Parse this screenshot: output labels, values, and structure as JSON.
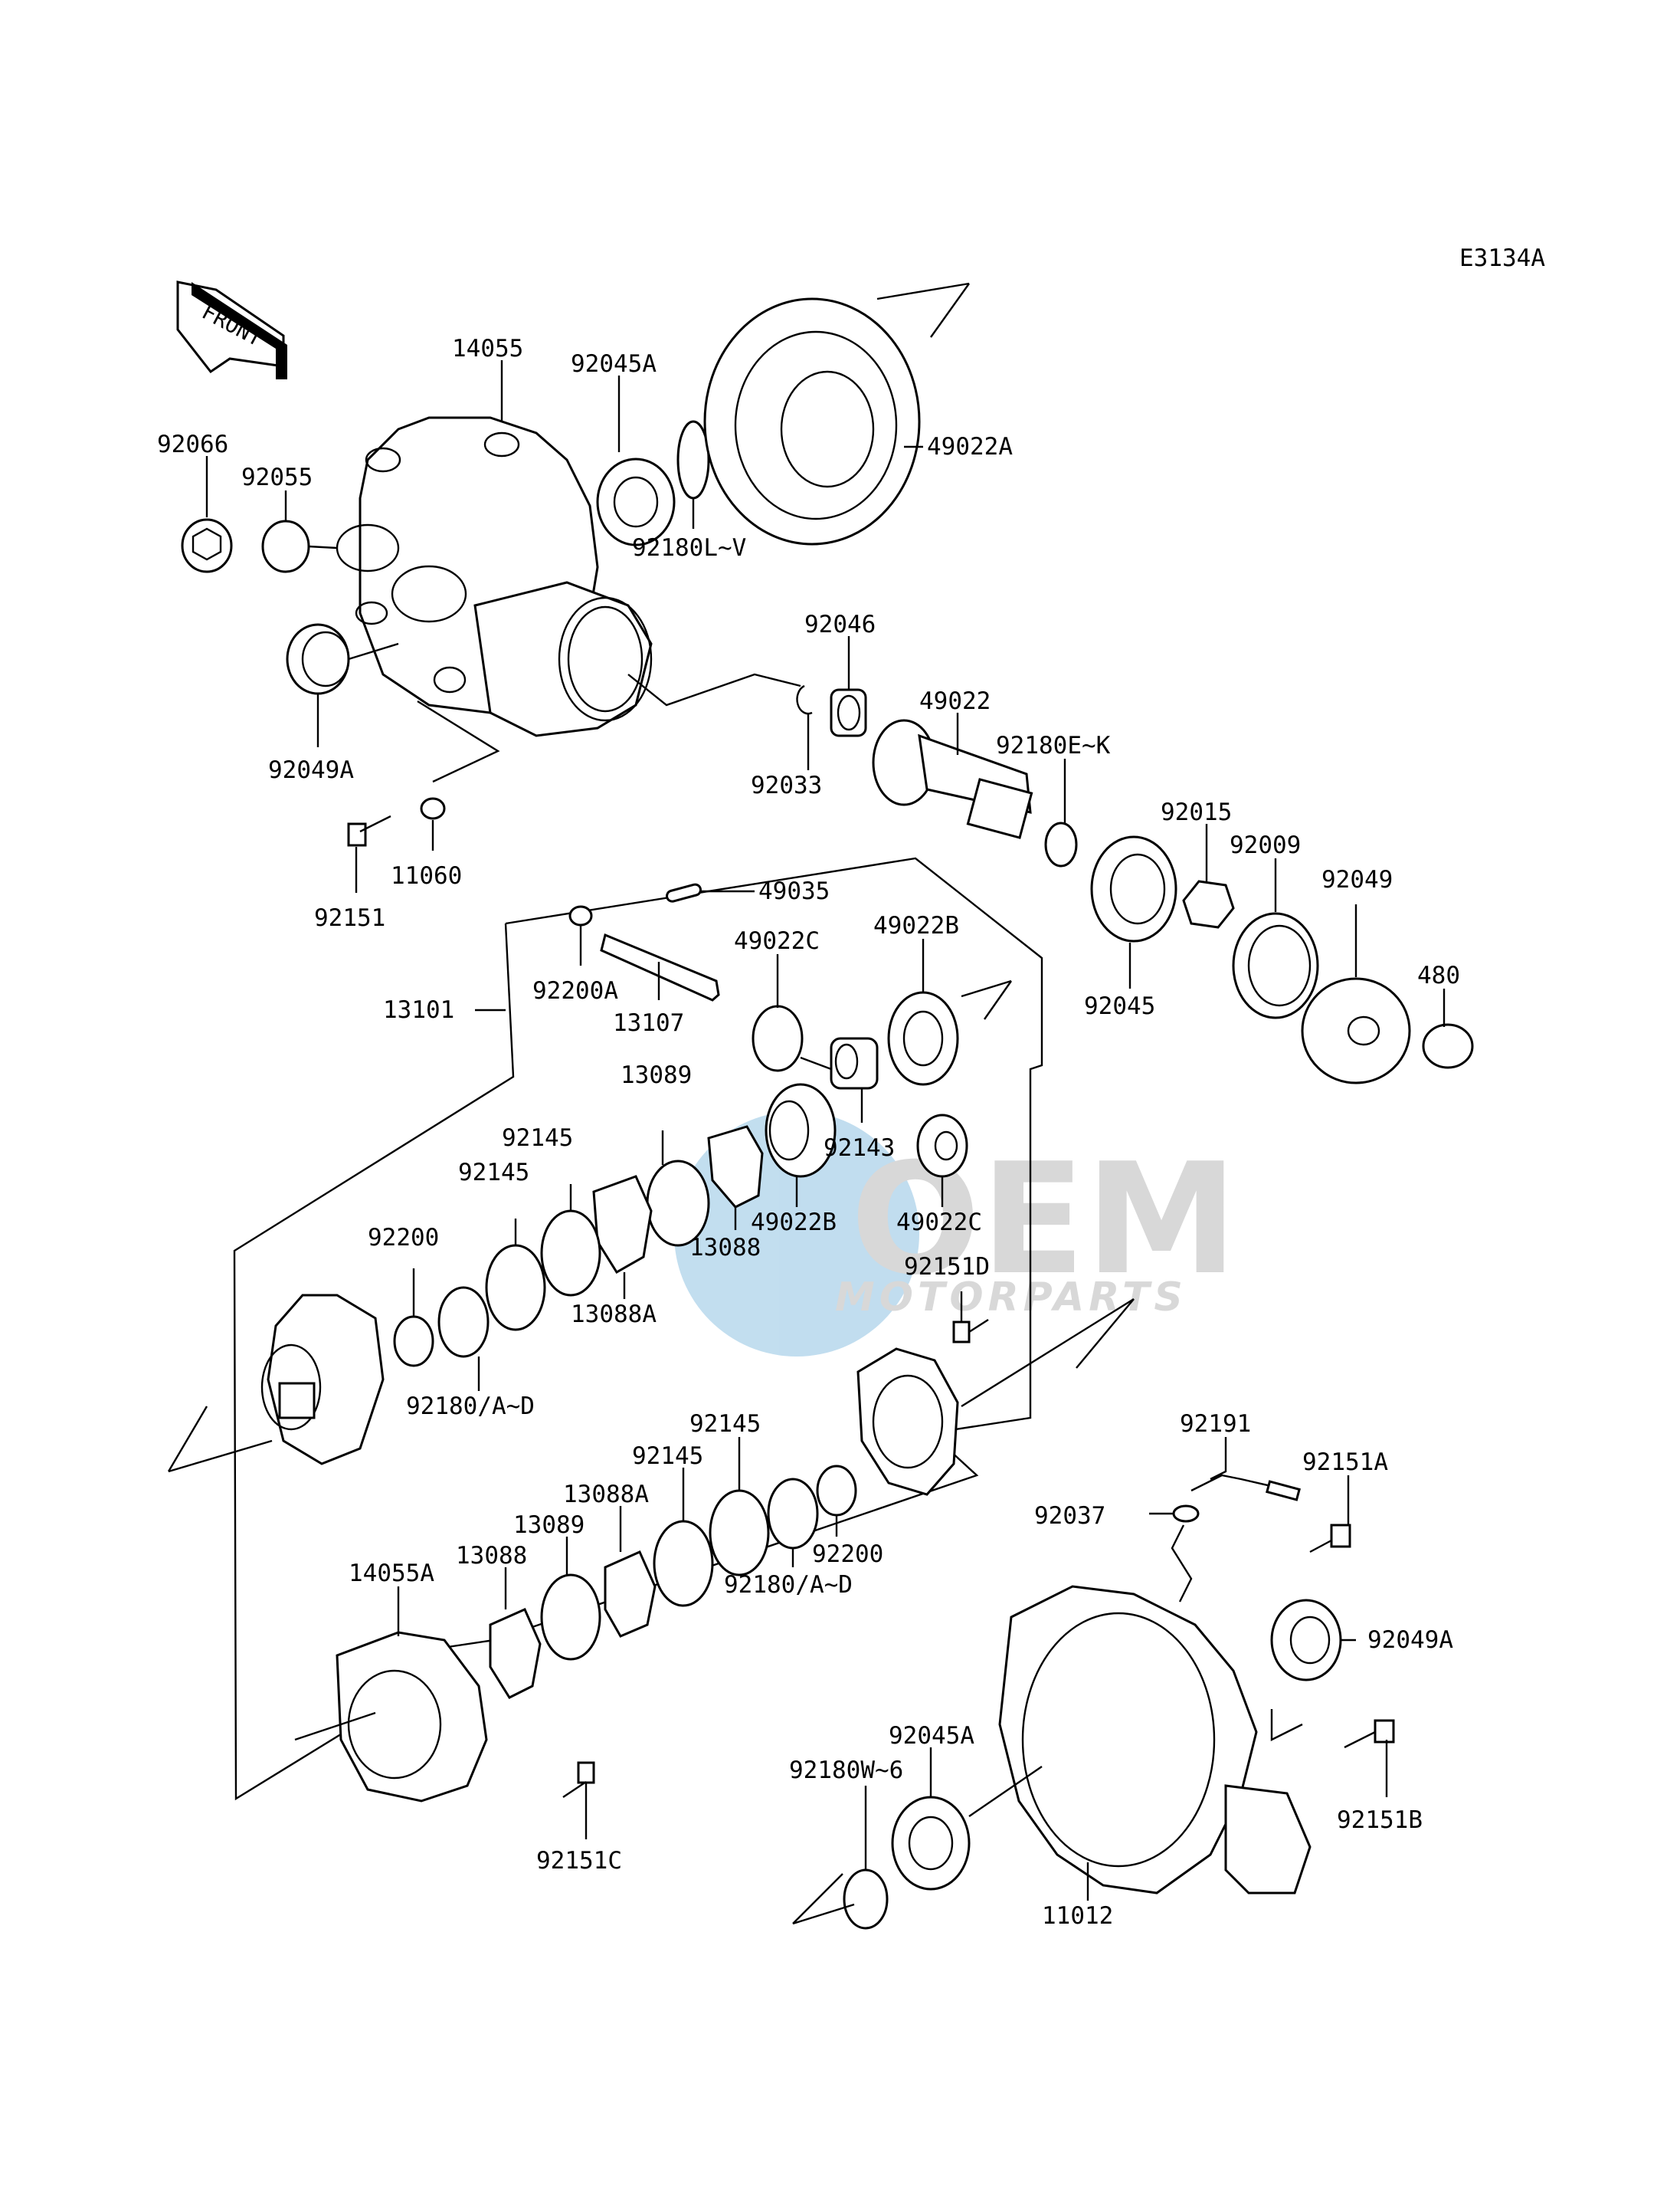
{
  "diagram_code": "E3134A",
  "front_label": "FRONT",
  "watermark": {
    "brand": "OEM",
    "sub": "MOTORPARTS"
  },
  "parts": {
    "p14055": "14055",
    "p92045A_top": "92045A",
    "p49022A": "49022A",
    "p92066": "92066",
    "p92055": "92055",
    "p92180LV": "92180L~V",
    "p92046": "92046",
    "p49022": "49022",
    "p92180EK": "92180E~K",
    "p92049A_top": "92049A",
    "p92033": "92033",
    "p92015": "92015",
    "p92009": "92009",
    "p92049": "92049",
    "p11060": "11060",
    "p92151": "92151",
    "p49035": "49035",
    "p49022C_top": "49022C",
    "p49022B_top": "49022B",
    "p480": "480",
    "p92045": "92045",
    "p92200A": "92200A",
    "p13101": "13101",
    "p13107": "13107",
    "p13089_top": "13089",
    "p92143": "92143",
    "p92145_a": "92145",
    "p92145_b": "92145",
    "p49022B_bot": "49022B",
    "p49022C_bot": "49022C",
    "p92200_left": "92200",
    "p13088_mid": "13088",
    "p92151D": "92151D",
    "p13088A_mid": "13088A",
    "p92180AD_left": "92180/A~D",
    "p92191": "92191",
    "p92145_c": "92145",
    "p92145_d": "92145",
    "p92151A": "92151A",
    "p13088A_bot": "13088A",
    "p13089_bot": "13089",
    "p92037": "92037",
    "p13088_bot": "13088",
    "p92200_right": "92200",
    "p14055A": "14055A",
    "p92180AD_right": "92180/A~D",
    "p92049A_bot": "92049A",
    "p92045A_bot": "92045A",
    "p92180W6": "92180W~6",
    "p92151B": "92151B",
    "p92151C": "92151C",
    "p11012": "11012"
  }
}
